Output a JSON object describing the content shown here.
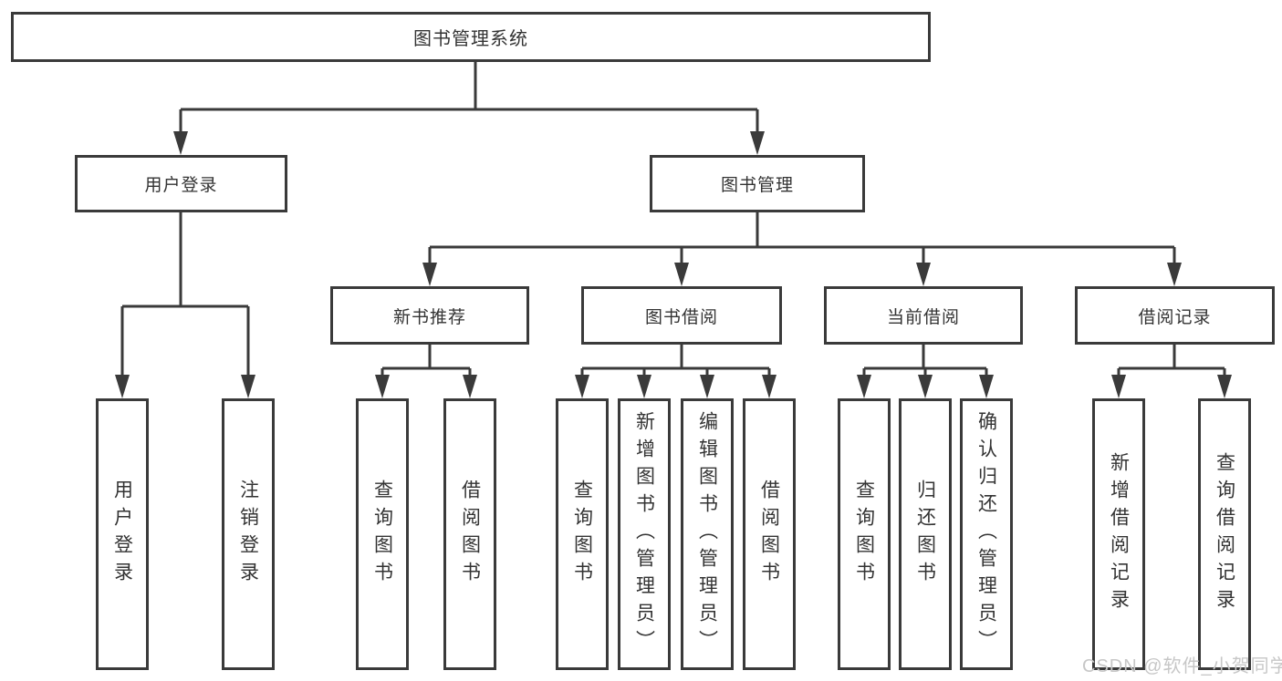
{
  "diagram": {
    "title": "图书管理系统",
    "level2": {
      "login": "用户登录",
      "management": "图书管理"
    },
    "level3": {
      "recommend": "新书推荐",
      "borrow": "图书借阅",
      "current": "当前借阅",
      "records": "借阅记录"
    },
    "leaves": {
      "login": [
        "用户登录",
        "注销登录"
      ],
      "recommend": [
        "查询图书",
        "借阅图书"
      ],
      "borrow": [
        "查询图书",
        "新增图书（管理员）",
        "编辑图书（管理员）",
        "借阅图书"
      ],
      "current": [
        "查询图书",
        "归还图书",
        "确认归还（管理员）"
      ],
      "records": [
        "新增借阅记录",
        "查询借阅记录"
      ]
    }
  },
  "watermark": "CSDN @软件_小贺同学",
  "colors": {
    "line": "#3a3a3a",
    "text": "#333333",
    "background": "#ffffff",
    "watermark": "#c7c7c7"
  }
}
